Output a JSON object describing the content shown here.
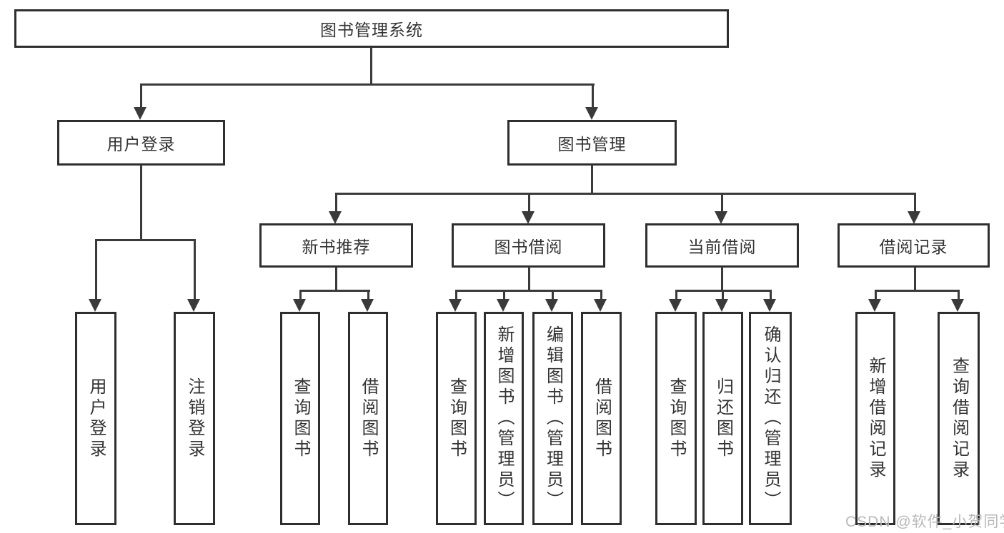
{
  "diagram": {
    "title": "图书管理系统",
    "root": {
      "label": "图书管理系统"
    },
    "level2": [
      {
        "label": "用户登录"
      },
      {
        "label": "图书管理"
      }
    ],
    "level3": [
      {
        "label": "新书推荐"
      },
      {
        "label": "图书借阅"
      },
      {
        "label": "当前借阅"
      },
      {
        "label": "借阅记录"
      }
    ],
    "leaves": {
      "user_login": [
        "用户登录",
        "注销登录"
      ],
      "new_books": [
        "查询图书",
        "借阅图书"
      ],
      "book_borrow": [
        "查询图书",
        "新增图书（管理员）",
        "编辑图书（管理员）",
        "借阅图书"
      ],
      "current_borrow": [
        "查询图书",
        "归还图书",
        "确认归还（管理员）"
      ],
      "borrow_records": [
        "新增借阅记录",
        "查询借阅记录"
      ]
    }
  },
  "watermark": "CSDN @软件_小贺同学",
  "colors": {
    "line": "#3a3a3a",
    "box_border": "#2e2e2e",
    "text": "#333333",
    "watermark": "#b9b9b9",
    "background": "#ffffff"
  }
}
